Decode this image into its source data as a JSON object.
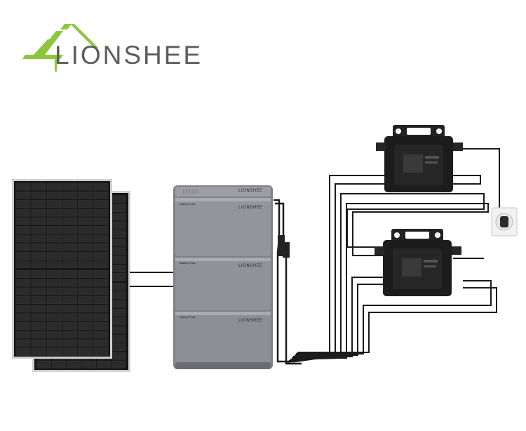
{
  "brand": {
    "name": "LIONSHEE",
    "colors": {
      "green": "#8cc63f",
      "gray": "#5d5d5d"
    }
  },
  "battery": {
    "modules": [
      {
        "label": "Battery Pack",
        "logo": "LIONSHEE"
      },
      {
        "label": "Battery Pack",
        "logo": "LIONSHEE"
      },
      {
        "label": "Battery Pack",
        "logo": "LIONSHEE"
      }
    ],
    "top_logo": "LIONSHEE"
  },
  "components": {
    "solar_panel_icon": "solar-panel",
    "inverter_icon": "micro-inverter",
    "socket_icon": "wall-socket"
  },
  "colors": {
    "panel_frame": "#c8c8c8",
    "panel_cell": "#1a1a1a",
    "battery_body": "#8e9095",
    "inverter_body": "#1c1c1c",
    "cable": "#1b1b1b"
  }
}
